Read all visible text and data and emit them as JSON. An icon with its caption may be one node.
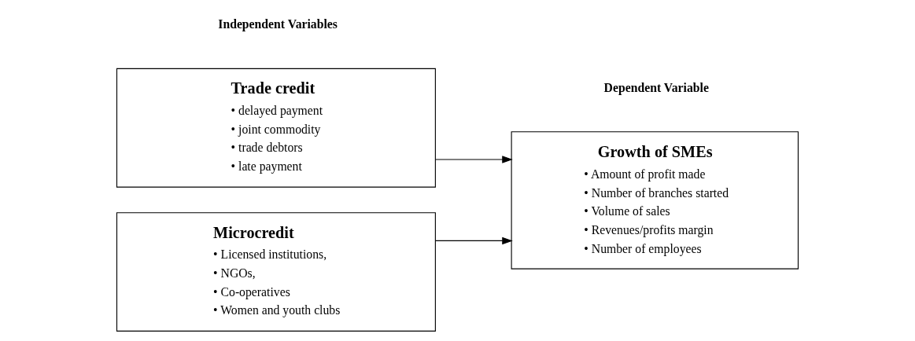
{
  "diagram": {
    "nodes": [
      {
        "text": [
          "Trade credit",
          "• delayed payment",
          "• joint commodity",
          "• trade debtors",
          "• late payment"
        ]
      },
      {
        "text": [
          "Microcredit",
          "• Licensed institutions,",
          "• NGOs,",
          "• Co-operatives",
          "• Women and youth clubs"
        ]
      },
      {
        "text": [
          "Growth of SMEs",
          "• Amount of profit made",
          "• Number of branches started",
          "• Volume of sales",
          "• Revenues/profits margin",
          "• Number of employees"
        ]
      }
    ],
    "edges": [
      {
        "from": 0,
        "to": 2,
        "arrow": "to"
      },
      {
        "from": 1,
        "to": 2,
        "arrow": "to"
      }
    ],
    "labels": [
      "Independent Variables",
      "Dependent Variable"
    ]
  }
}
